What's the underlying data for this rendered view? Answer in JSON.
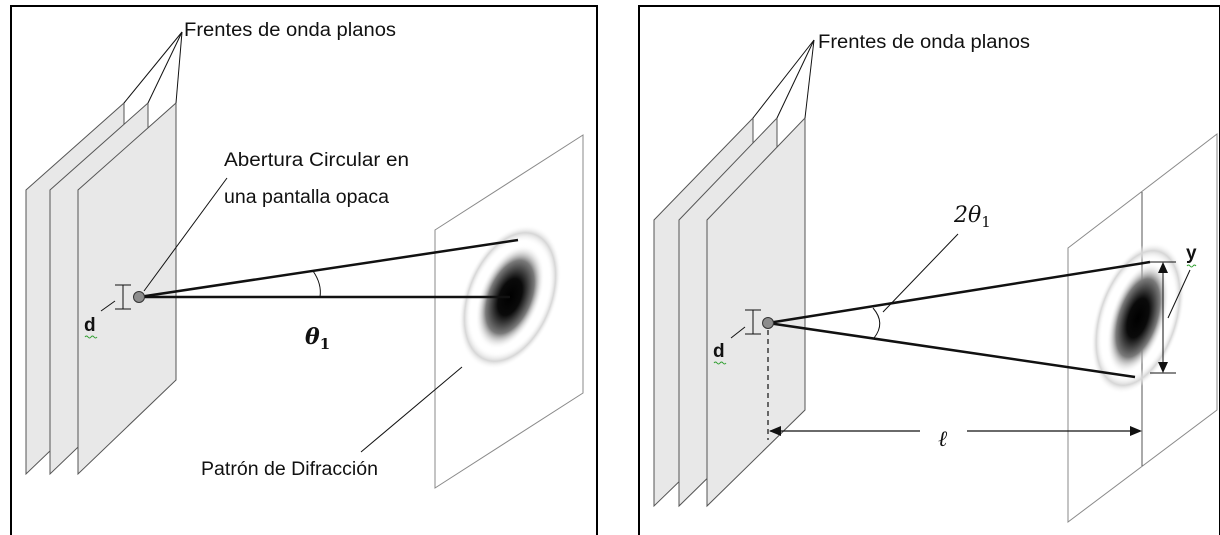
{
  "panels": [
    {
      "id": "left",
      "label_wavefronts": "Frentes de onda planos",
      "label_aperture_line1": "Abertura Circular en",
      "label_aperture_line2": "una pantalla opaca",
      "label_pattern": "Patrón de Difracción",
      "label_d": "d",
      "label_theta_main": "θ",
      "label_theta_sub": "1"
    },
    {
      "id": "right",
      "label_wavefronts": "Frentes de onda planos",
      "label_angle_prefix": "2θ",
      "label_angle_sub": "1",
      "label_d": "d",
      "label_y": "y",
      "label_l": "ℓ"
    }
  ],
  "colors": {
    "frame": "#000000",
    "panel_fill": "#e8e8e8",
    "panel_stroke": "#555555",
    "screen_stroke": "#8a8a8a",
    "ray": "#111111",
    "aperture": "#8c8c8c",
    "spot": "#000000",
    "spellcheck_underline": "#2e9e2e"
  }
}
